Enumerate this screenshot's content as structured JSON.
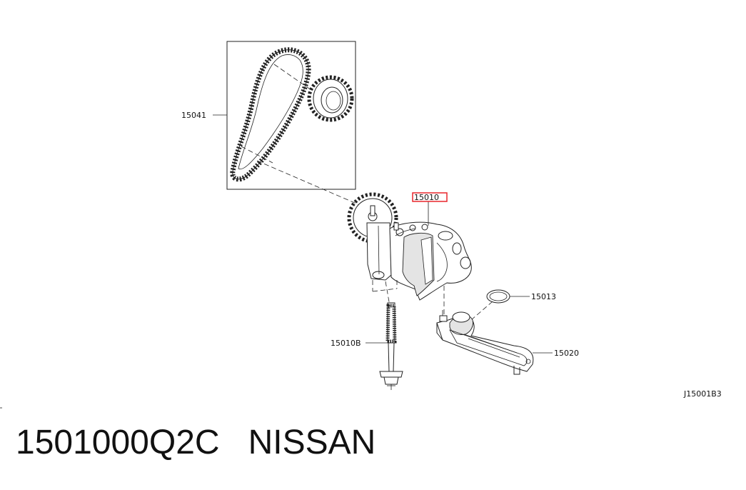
{
  "diagram": {
    "reference_code": "J15001B3",
    "highlight_color": "#e8262c",
    "parts": {
      "chain_and_sprocket": {
        "number": "15041"
      },
      "oil_pump": {
        "number": "15010",
        "highlighted": true
      },
      "bolt": {
        "number": "15010B"
      },
      "o_ring": {
        "number": "15013"
      },
      "strainer": {
        "number": "15020"
      }
    }
  },
  "caption": {
    "text": "1501000Q2C   NISSAN"
  }
}
